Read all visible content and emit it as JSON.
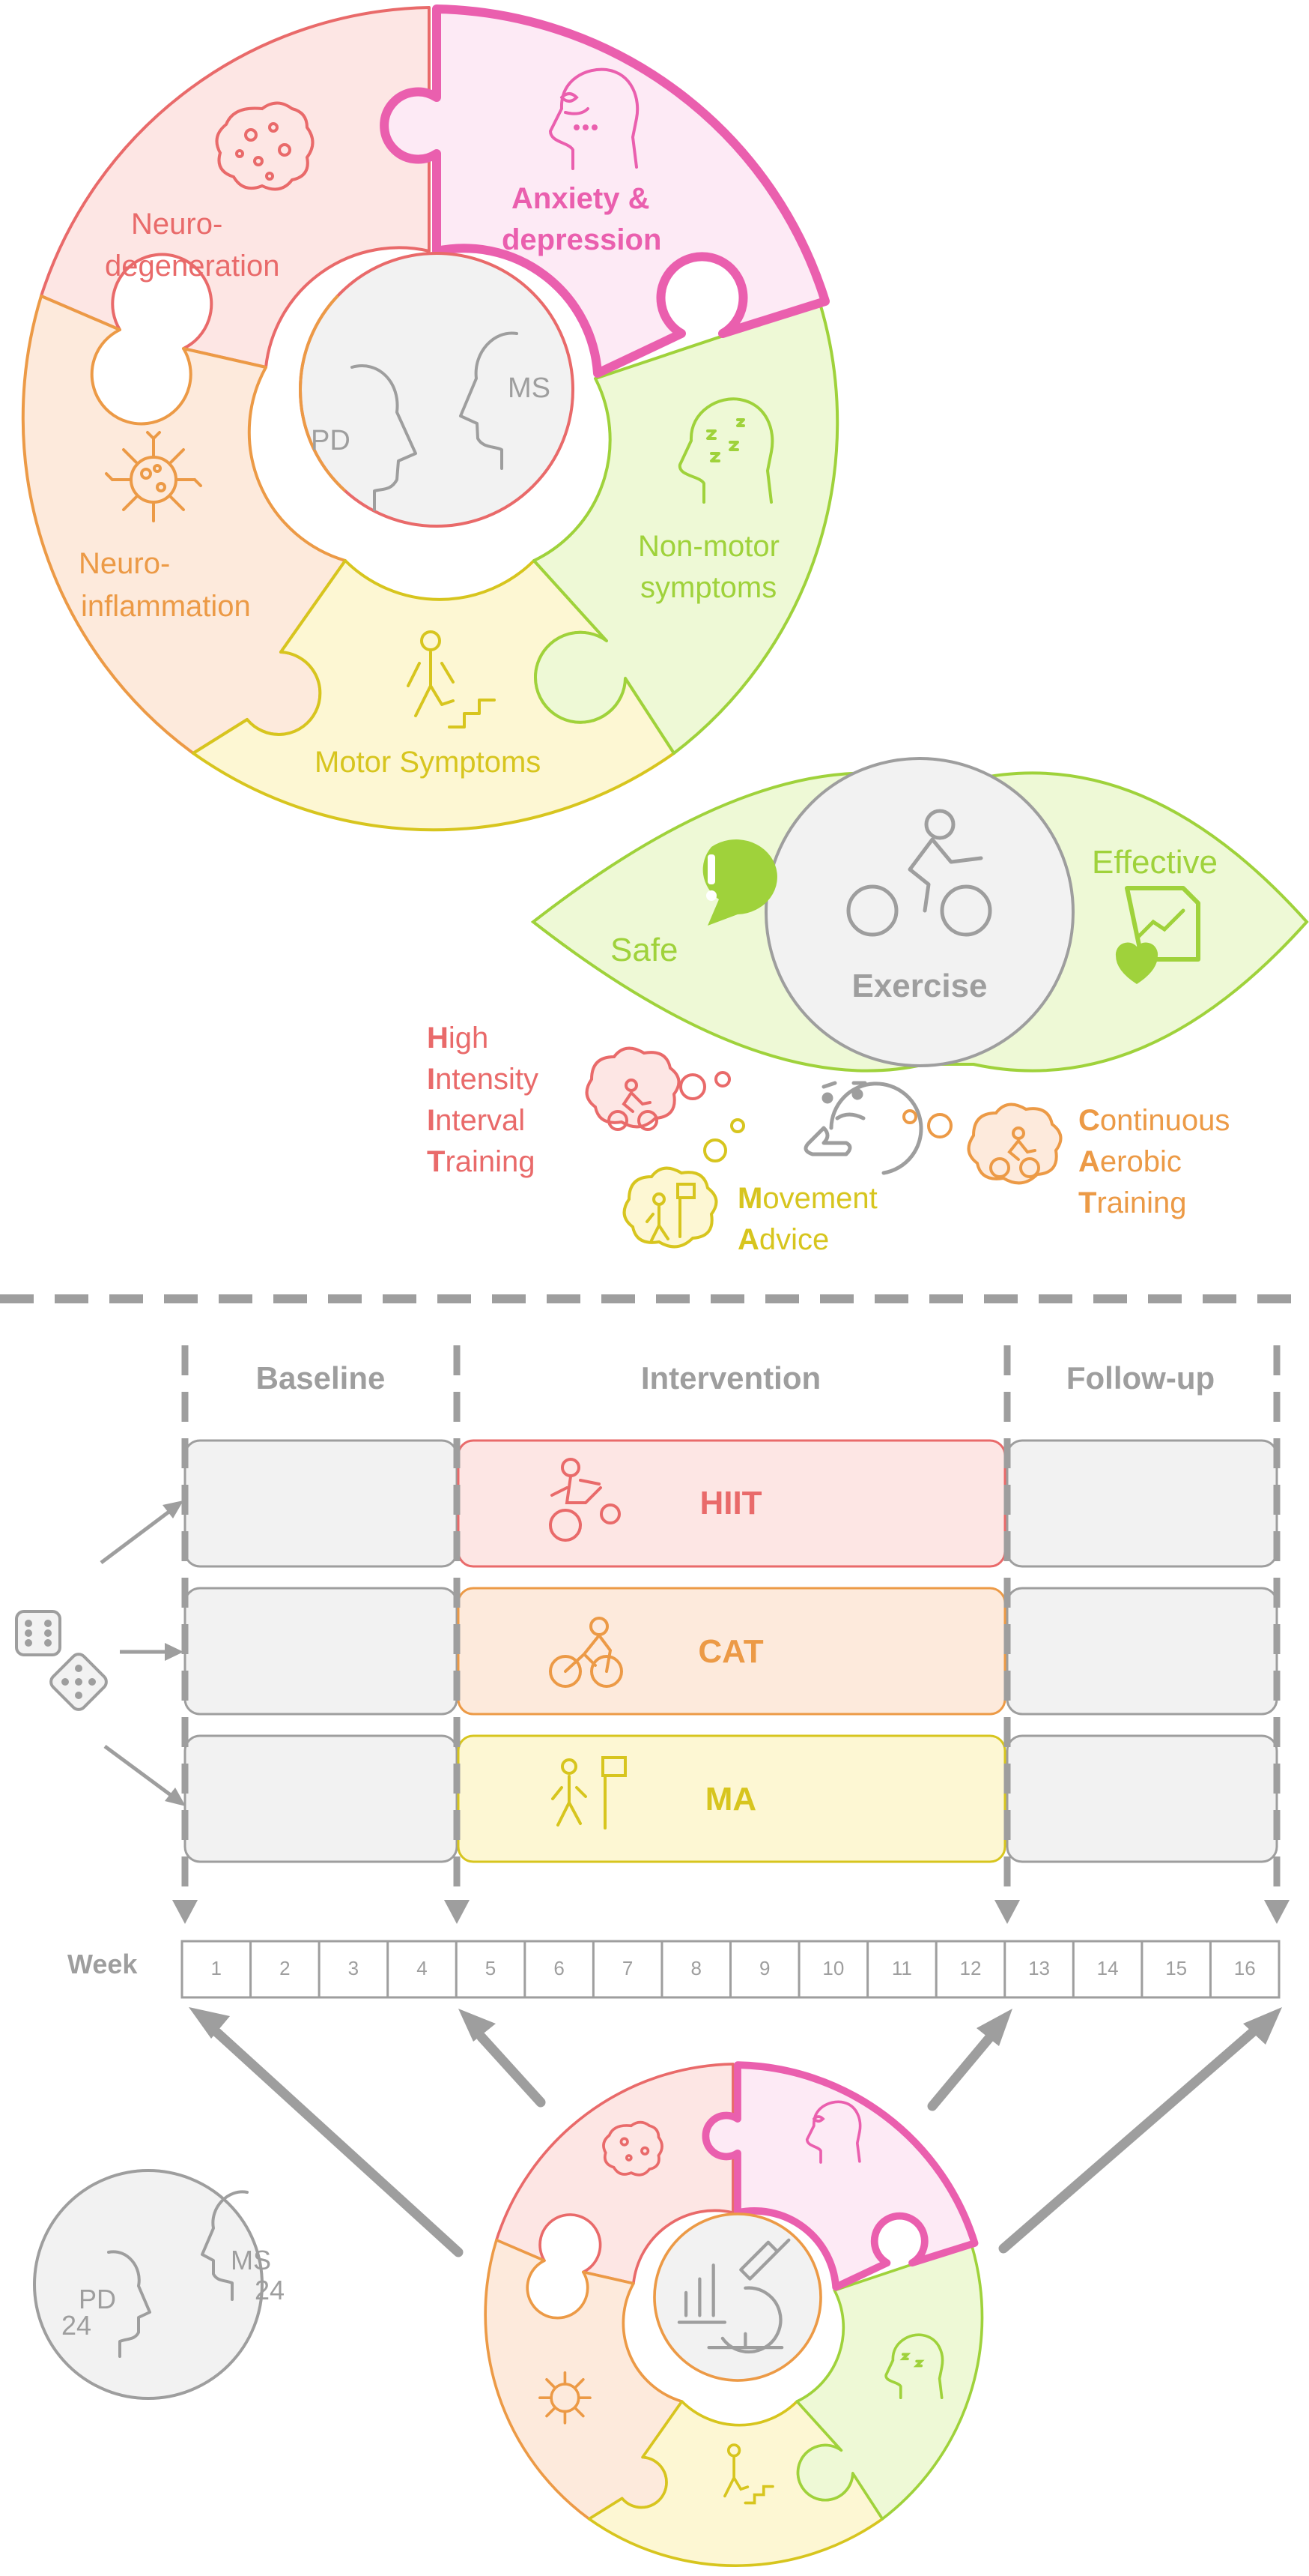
{
  "colors": {
    "red": "#e96a6a",
    "pink": "#ea5fae",
    "green": "#9fd23b",
    "yellow": "#d7c51e",
    "orange": "#ec9a46",
    "gray": "#9e9e9e",
    "red_fill": "#fde6e4",
    "pink_fill": "#fdeaf5",
    "green_fill": "#eef9d6",
    "yellow_fill": "#fdf7d3",
    "orange_fill": "#fdeadc",
    "gray_fill": "#f2f2f2"
  },
  "puzzle": {
    "center_labels": [
      "PD",
      "MS"
    ],
    "pieces": {
      "neurodegeneration": [
        "Neuro-",
        "degeneration"
      ],
      "anxiety": [
        "Anxiety &",
        "depression"
      ],
      "nonmotor": [
        "Non-motor",
        "symptoms"
      ],
      "motor": "Motor Symptoms",
      "neuroinflammation": [
        "Neuro-",
        "inflammation"
      ]
    }
  },
  "exercise": {
    "center": "Exercise",
    "left": "Safe",
    "right": "Effective"
  },
  "training_types": {
    "hiit": [
      {
        "first": "H",
        "rest": "igh"
      },
      {
        "first": "I",
        "rest": "ntensity"
      },
      {
        "first": "I",
        "rest": "nterval"
      },
      {
        "first": "T",
        "rest": "raining"
      }
    ],
    "ma": [
      {
        "first": "M",
        "rest": "ovement"
      },
      {
        "first": "A",
        "rest": "dvice"
      }
    ],
    "cat": [
      {
        "first": "C",
        "rest": "ontinuous"
      },
      {
        "first": "A",
        "rest": "erobic"
      },
      {
        "first": "T",
        "rest": "raining"
      }
    ]
  },
  "timeline": {
    "phases": [
      "Baseline",
      "Intervention",
      "Follow-up"
    ],
    "arms": [
      "HIIT",
      "CAT",
      "MA"
    ],
    "week_label": "Week",
    "weeks": [
      "1",
      "2",
      "3",
      "4",
      "5",
      "6",
      "7",
      "8",
      "9",
      "10",
      "11",
      "12",
      "13",
      "14",
      "15",
      "16"
    ]
  },
  "participants": {
    "pd": "PD",
    "pd_count": "24",
    "ms": "MS",
    "ms_count": "24"
  }
}
